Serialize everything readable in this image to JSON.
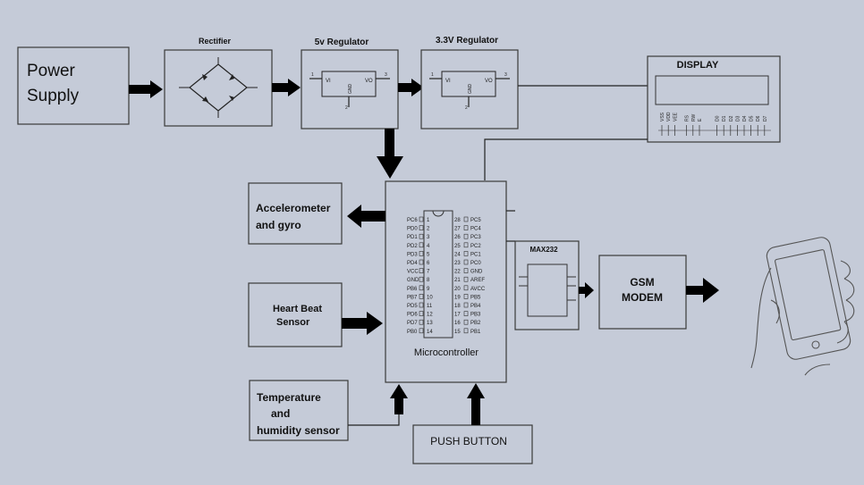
{
  "diagram": {
    "power_supply": "Power Supply",
    "rectifier": "Rectifier",
    "reg5": "5v Regulator",
    "reg33": "3.3V Regulator",
    "display": "DISPLAY",
    "accel_line1": "Accelerometer",
    "accel_line2": "and gyro",
    "heart_line1": "Heart Beat",
    "heart_line2": "Sensor",
    "temp_line1": "Temperature",
    "temp_line2": "and",
    "temp_line3": "humidity sensor",
    "microcontroller": "Microcontroller",
    "push_button": "PUSH BUTTON",
    "max232": "MAX232",
    "gsm_line1": "GSM",
    "gsm_line2": "MODEM",
    "reg_vi": "VI",
    "reg_vo": "VO",
    "reg_gnd": "GND",
    "reg_pin1": "1",
    "reg_pin2": "2",
    "reg_pin3": "3",
    "mcu_left_pins": [
      "PC6",
      "PD0",
      "PD1",
      "PD2",
      "PD3",
      "PD4",
      "VCC",
      "GND",
      "PB6",
      "PB7",
      "PD5",
      "PD6",
      "PD7",
      "PB0"
    ],
    "mcu_left_nums": [
      "1",
      "2",
      "3",
      "4",
      "5",
      "6",
      "7",
      "8",
      "9",
      "10",
      "11",
      "12",
      "13",
      "14"
    ],
    "mcu_right_nums": [
      "28",
      "27",
      "26",
      "25",
      "24",
      "23",
      "22",
      "21",
      "20",
      "19",
      "18",
      "17",
      "16",
      "15"
    ],
    "mcu_right_pins": [
      "PC5",
      "PC4",
      "PC3",
      "PC2",
      "PC1",
      "PC0",
      "GND",
      "AREF",
      "AVCC",
      "PB5",
      "PB4",
      "PB3",
      "PB2",
      "PB1"
    ],
    "display_pins": [
      "VSS",
      "VDD",
      "VEE",
      "RS",
      "RW",
      "E",
      "D0",
      "D1",
      "D2",
      "D3",
      "D4",
      "D5",
      "D6",
      "D7"
    ]
  }
}
